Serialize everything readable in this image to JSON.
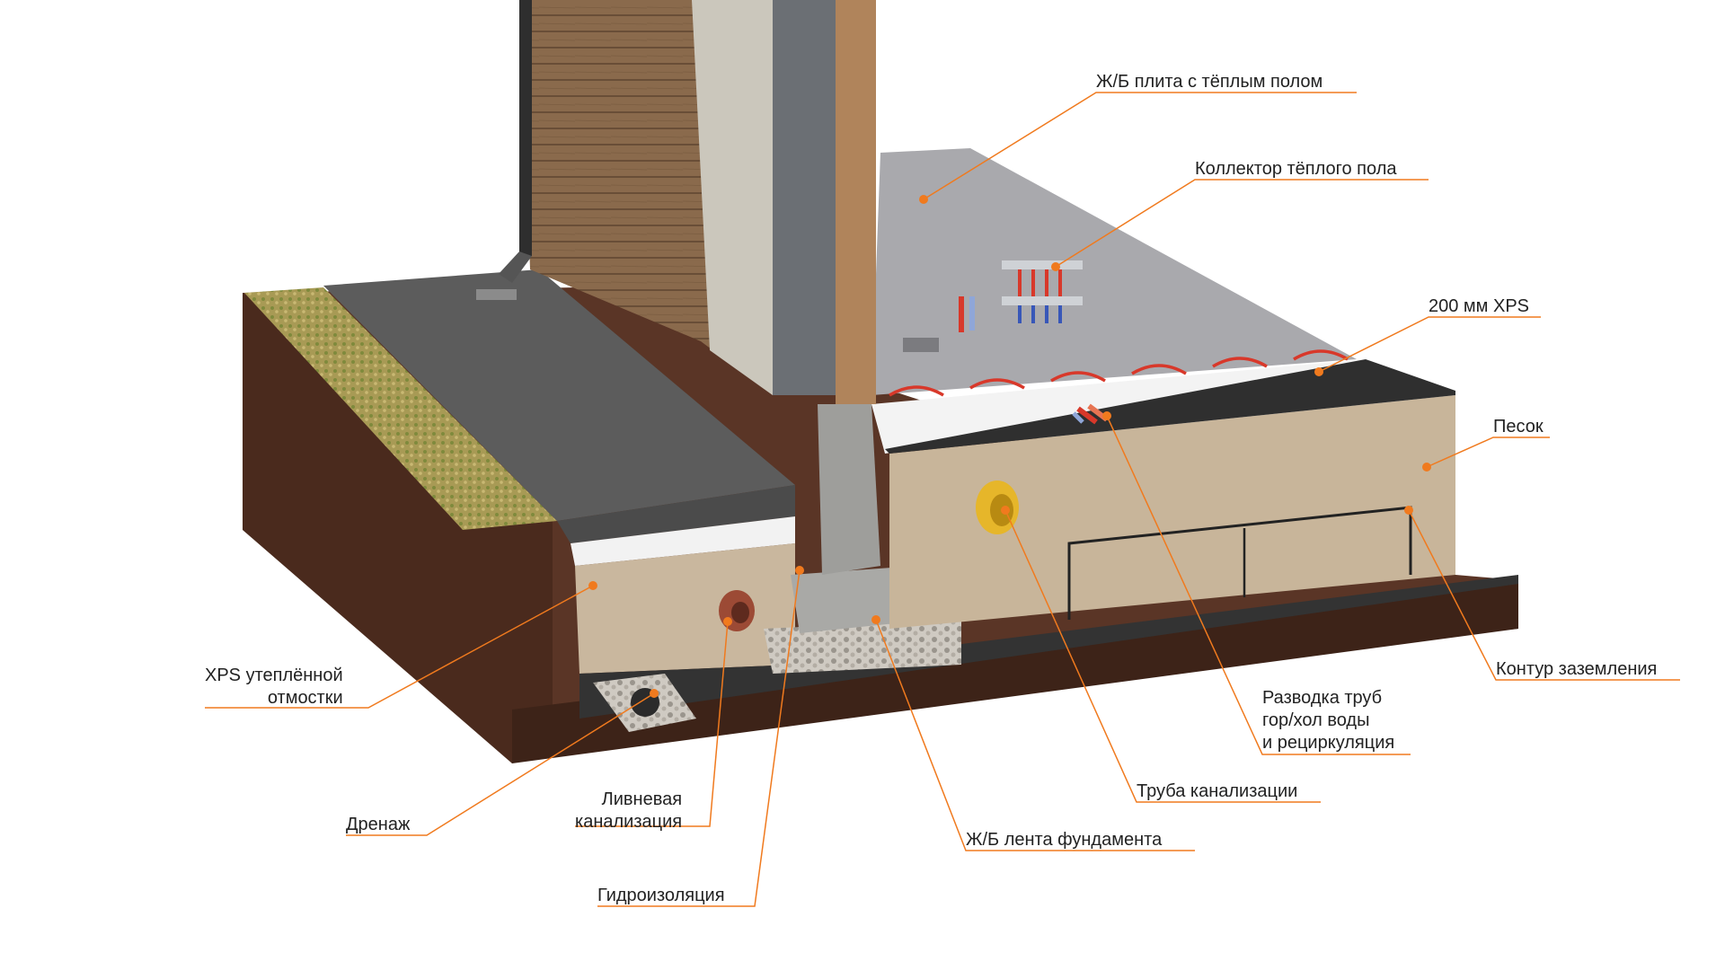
{
  "colors": {
    "accent": "#f07a1e",
    "leader": "#f07a1e"
  },
  "labels": {
    "slab": "Ж/Б плита с тёплым полом",
    "manifold": "Коллектор тёплого пола",
    "xps200": "200 мм XPS",
    "sand": "Песок",
    "grounding": "Контур заземления",
    "pipes": [
      "Разводка труб",
      "гор/хол воды",
      "и рециркуляция"
    ],
    "sewer": "Труба канализации",
    "strip": "Ж/Б лента фундамента",
    "waterproofing": "Гидроизоляция",
    "storm": [
      "Ливневая",
      "канализация"
    ],
    "drainage": "Дренаж",
    "xps_blind": [
      "XPS утеплённой",
      "отмостки"
    ]
  }
}
